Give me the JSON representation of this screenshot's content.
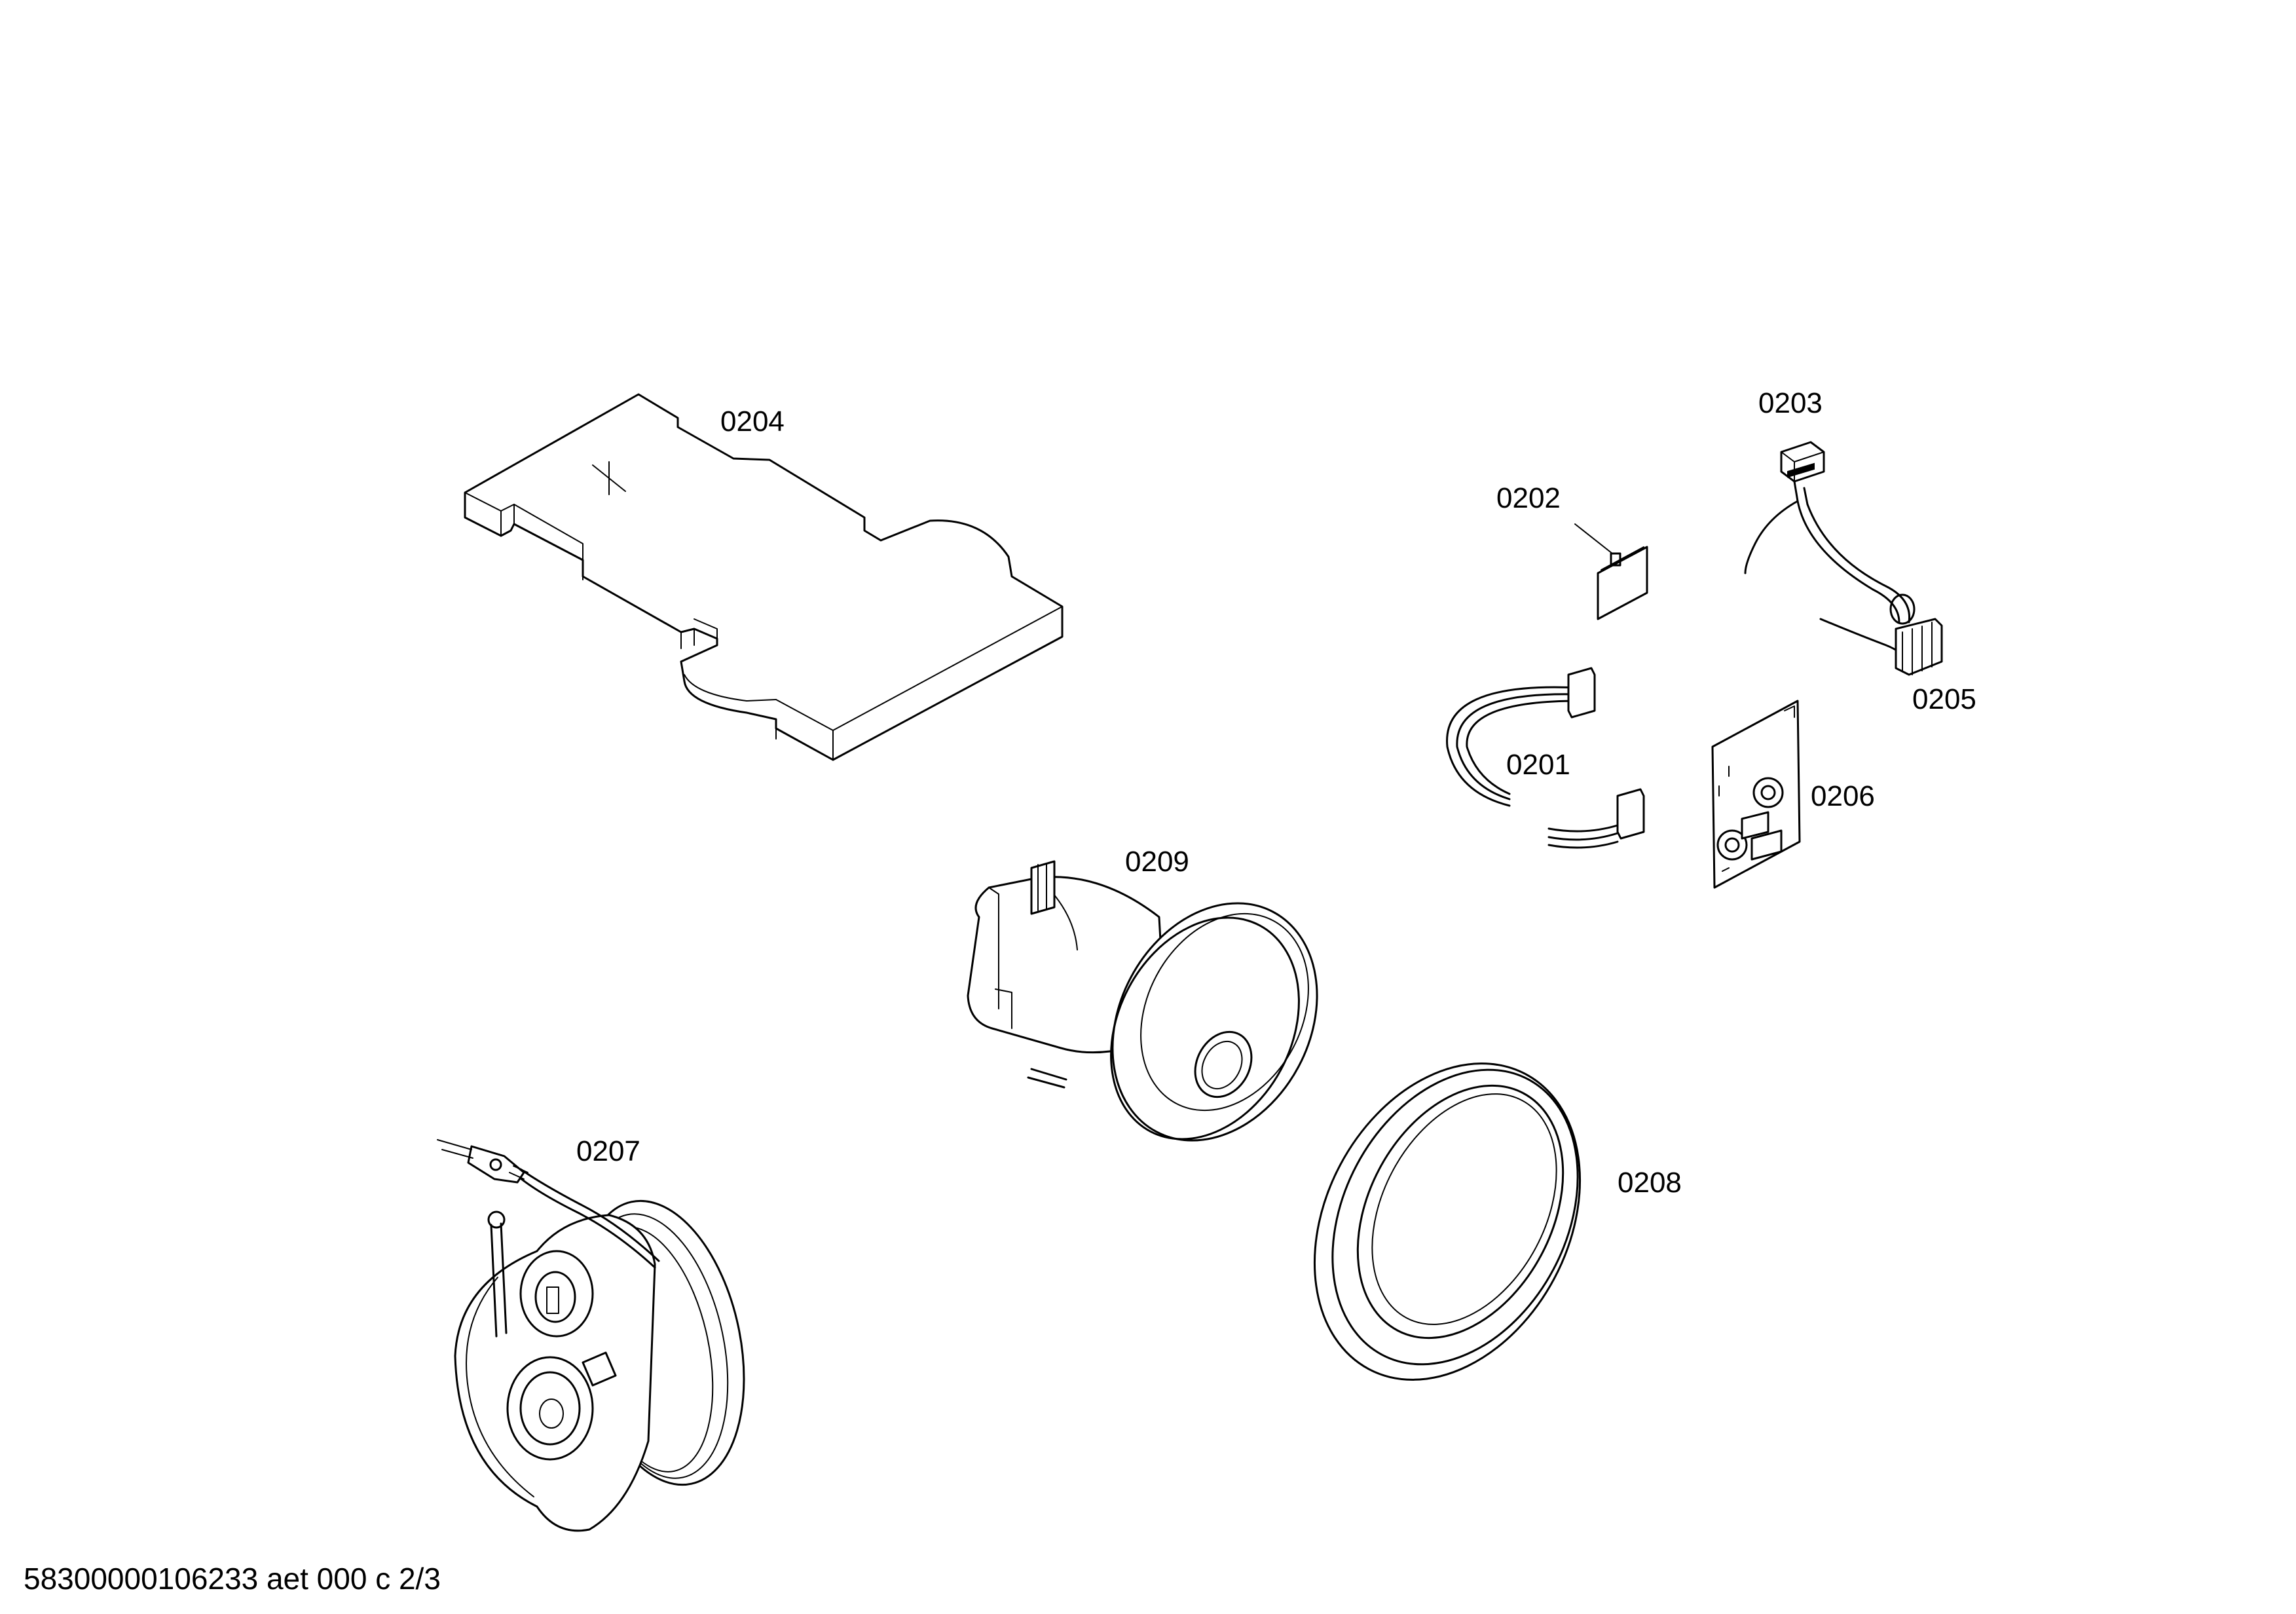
{
  "parts": {
    "p0201": "0201",
    "p0202": "0202",
    "p0203": "0203",
    "p0204": "0204",
    "p0205": "0205",
    "p0206": "0206",
    "p0207": "0207",
    "p0208": "0208",
    "p0209": "0209"
  },
  "footer": {
    "document_code": "58300000106233 aet 000 c 2/3"
  },
  "icons": {
    "filter_cover": "flat-plate-part",
    "motor": "motor-part",
    "motor_seal_ring": "ring-part",
    "cable_reel": "cable-reel-part",
    "switch": "switch-part",
    "circuit_board": "pcb-part",
    "wire_harness": "wire-harness-part"
  }
}
